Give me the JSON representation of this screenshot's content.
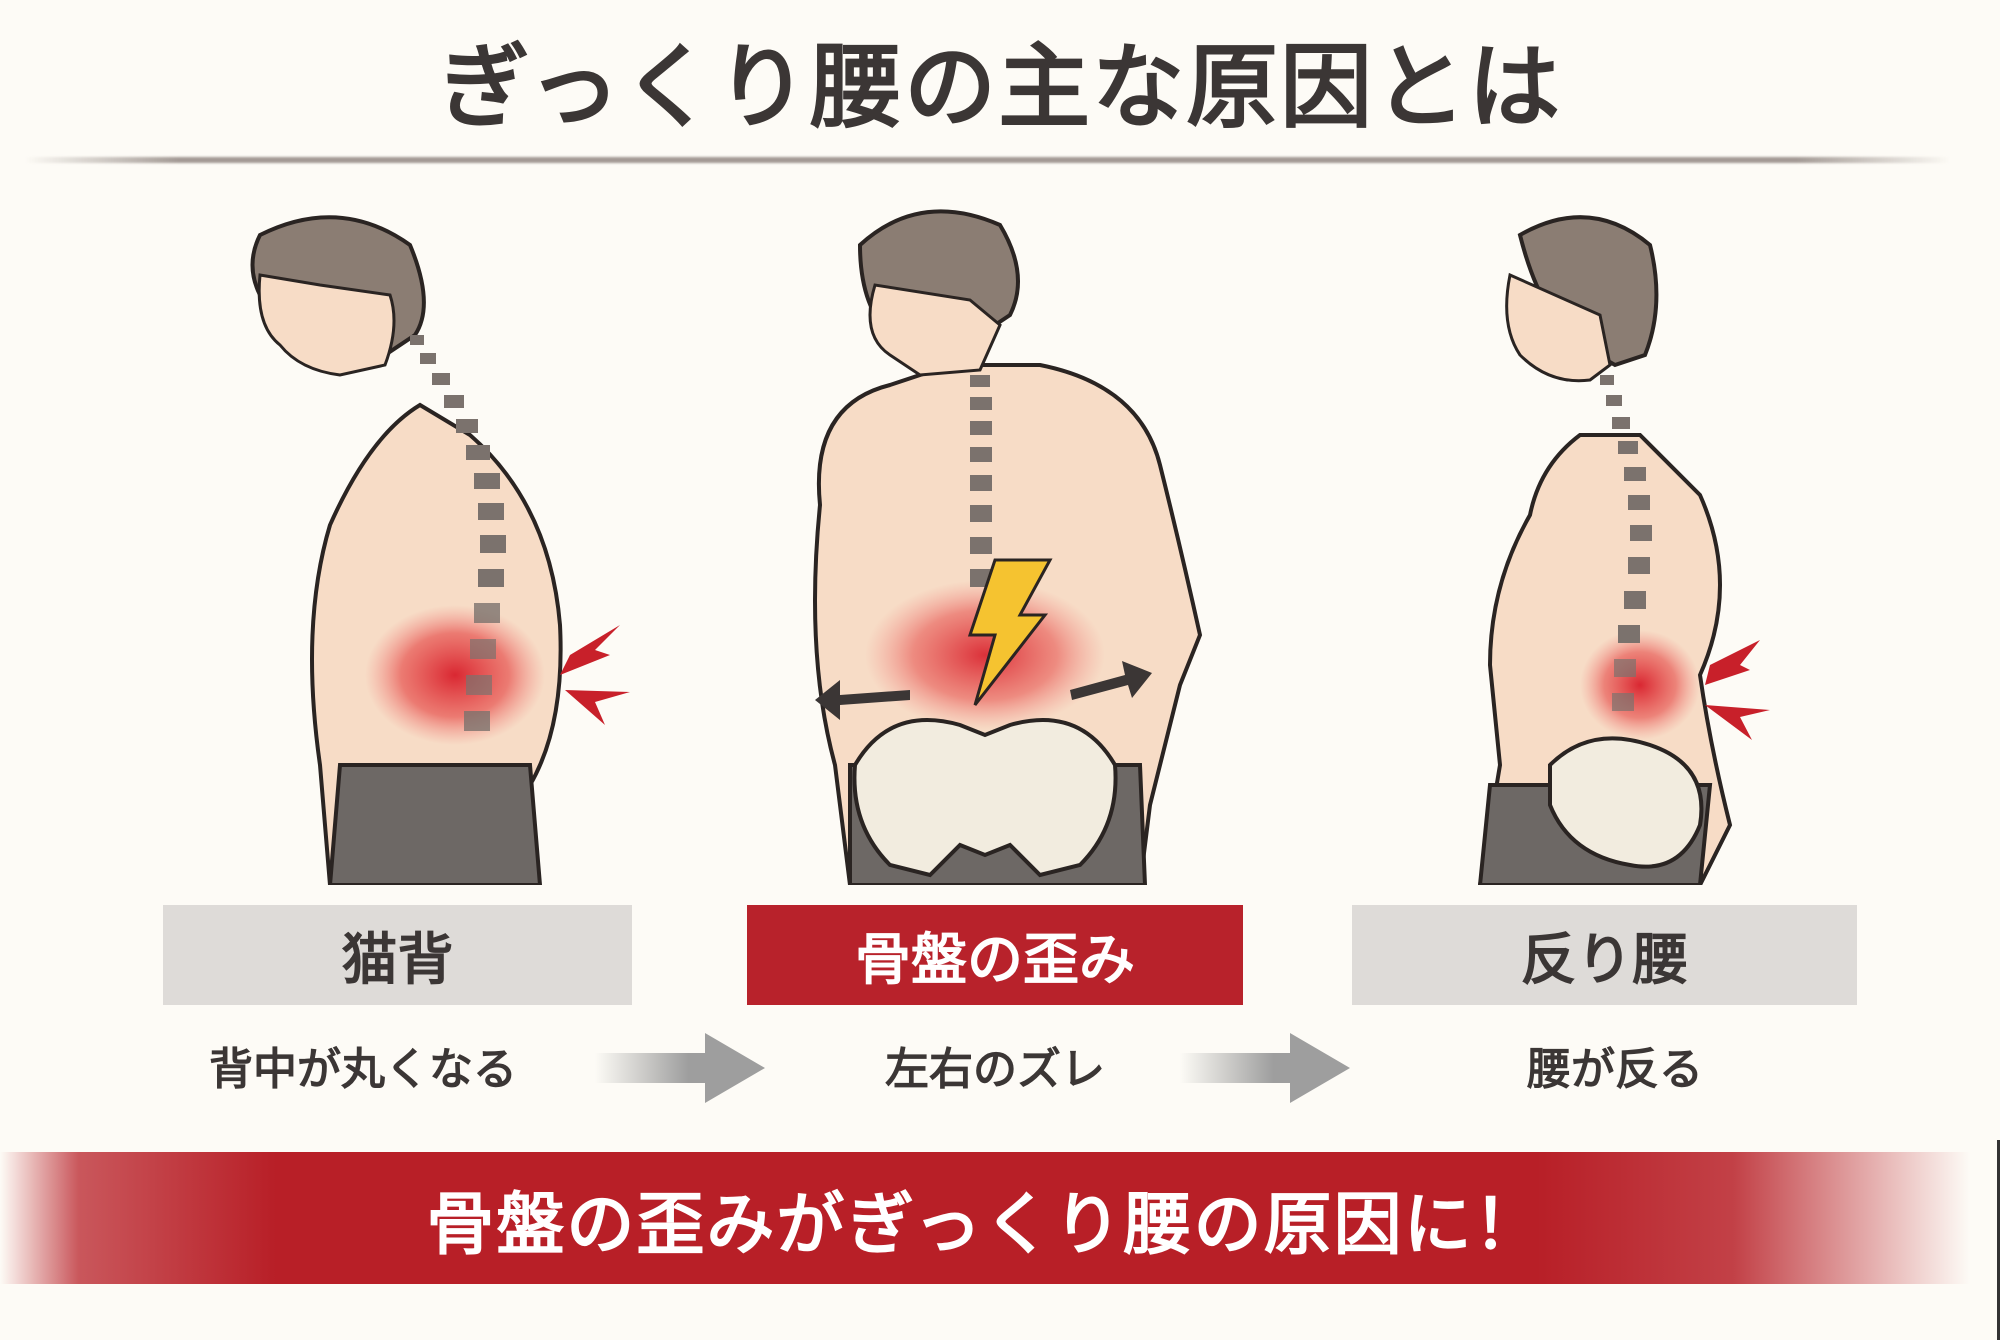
{
  "title": "ぎっくり腰の主な原因とは",
  "colors": {
    "background": "#fdfbf6",
    "text": "#3b3635",
    "accent_red": "#b8222b",
    "box_gray": "#dedbd8",
    "arrow_gray": "#9e9e9e"
  },
  "panels": [
    {
      "icon": "hunched-back-figure-icon",
      "label": "猫背",
      "description": "背中が丸くなる",
      "highlighted": false
    },
    {
      "icon": "pelvic-distortion-figure-icon",
      "label": "骨盤の歪み",
      "description": "左右のズレ",
      "highlighted": true
    },
    {
      "icon": "swayback-figure-icon",
      "label": "反り腰",
      "description": "腰が反る",
      "highlighted": false
    }
  ],
  "arrows": [
    "arrow-right-icon",
    "arrow-right-icon"
  ],
  "banner": {
    "text": "骨盤の歪みがぎっくり腰の原因に！"
  }
}
